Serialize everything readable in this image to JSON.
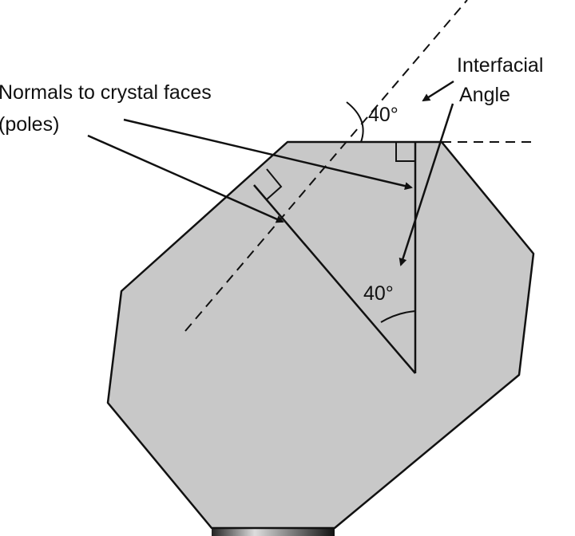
{
  "labels": {
    "normals_line1": "Normals to crystal faces",
    "normals_line2": "(poles)",
    "interfacial_line1": "Interfacial",
    "interfacial_line2": "Angle",
    "angle_top": "40°",
    "angle_inner": "40°"
  },
  "colors": {
    "crystal_fill": "#c8c8c8",
    "stroke": "#111111"
  }
}
